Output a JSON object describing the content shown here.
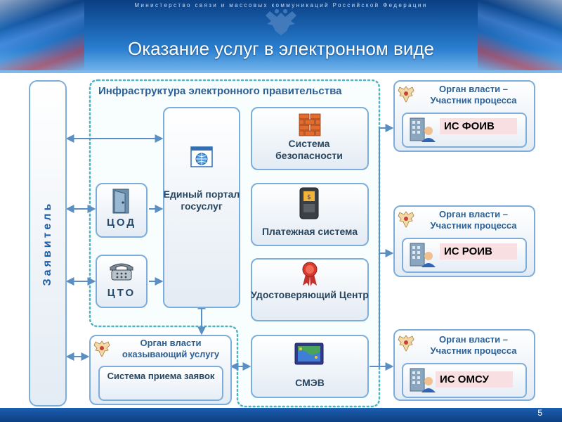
{
  "header": {
    "ministry": "Министерство связи и массовых коммуникаций Российской Федерации",
    "title": "Оказание услуг в электронном виде"
  },
  "applicant": {
    "label": "Заявитель"
  },
  "infrastructure": {
    "title": "Инфраструктура электронного правительства"
  },
  "nodes": {
    "cod": "ЦОД",
    "cto": "ЦТО",
    "portal": "Единый портал госуслуг",
    "security": "Система безопасности",
    "payment": "Платежная система",
    "ca": "Удостоверяющий Центр",
    "smev": "СМЭВ"
  },
  "service_org": {
    "title": "Орган власти оказывающий услугу",
    "system": "Система приема заявок"
  },
  "participants": [
    {
      "title": "Орган власти – Участник процесса",
      "system": "ИС ФОИВ"
    },
    {
      "title": "Орган власти – Участник процесса",
      "system": "ИС РОИВ"
    },
    {
      "title": "Орган власти – Участник процесса",
      "system": "ИС ОМСУ"
    }
  ],
  "footer": {
    "page": "5"
  },
  "colors": {
    "header": "#1c67b6",
    "box_border": "#7daedb",
    "arrow": "#5b8fc4",
    "dotted": "#4fb3c3",
    "tag": "#f8dfe2"
  }
}
